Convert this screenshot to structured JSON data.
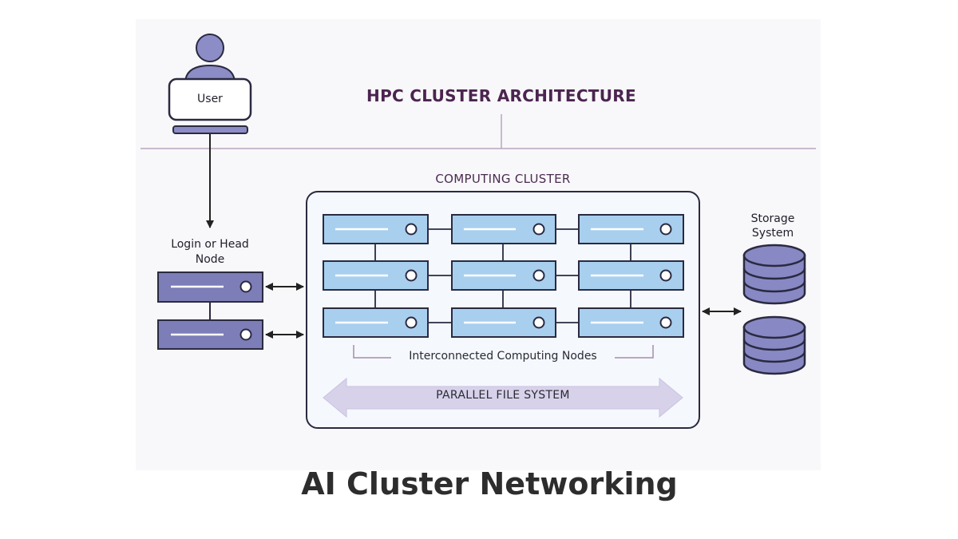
{
  "title": "HPC CLUSTER ARCHITECTURE",
  "caption": "AI Cluster Networking",
  "user": {
    "label": "User",
    "icon": "user-at-computer-icon"
  },
  "login": {
    "label": "Login or Head Node",
    "count": 2
  },
  "cluster": {
    "label": "COMPUTING CLUSTER",
    "nodes_label": "Interconnected Computing Nodes",
    "rows": 3,
    "cols": 3
  },
  "file_system": {
    "label": "PARALLEL FILE SYSTEM"
  },
  "storage": {
    "label": "Storage System",
    "count": 2,
    "icon": "database-icon"
  },
  "colors": {
    "node_blue": "#a9cfef",
    "head_purple": "#7d7db8",
    "storage_purple": "#8888c4",
    "title_purple": "#4b2450",
    "line_purple": "#a68cab",
    "arrow_band": "#d7d2ea"
  }
}
